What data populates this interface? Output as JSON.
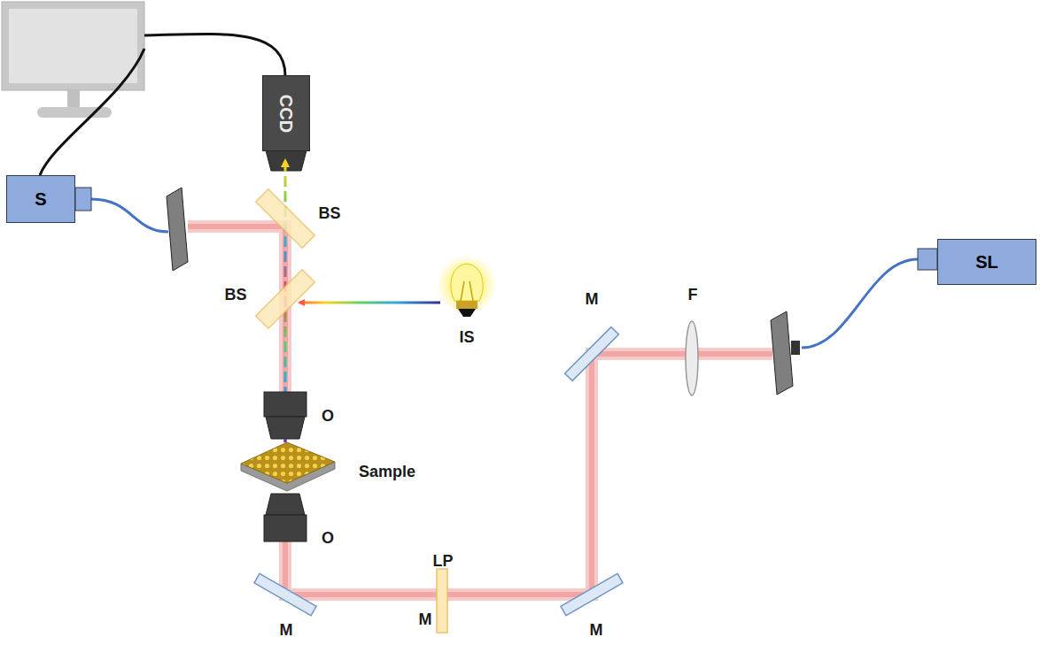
{
  "diagram": {
    "nodes": [
      {
        "text": [
          "CCD"
        ]
      },
      {
        "text": [
          "S"
        ]
      },
      {
        "text": [
          "SL"
        ]
      }
    ],
    "labels": [
      "BS",
      "BS",
      "F",
      "M",
      "IS",
      "O",
      "Sample",
      "O",
      "LP",
      "M",
      "M",
      "M"
    ]
  }
}
